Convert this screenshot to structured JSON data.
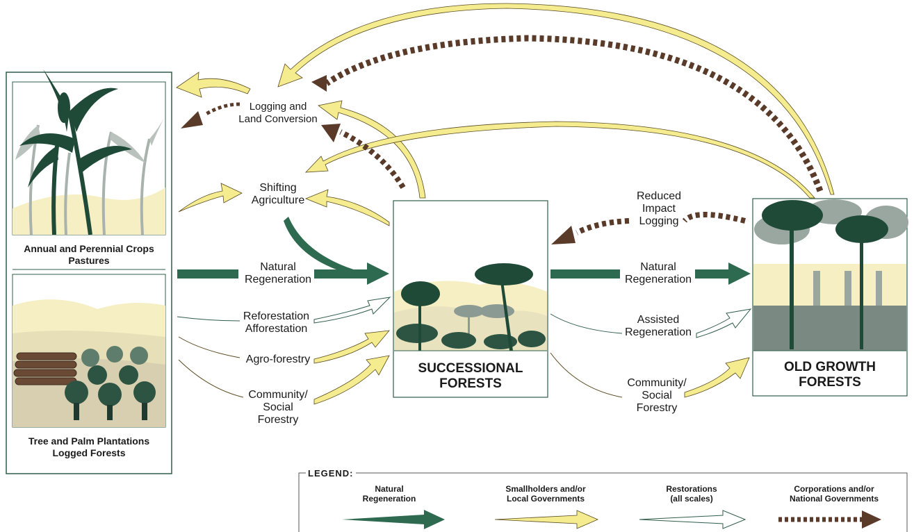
{
  "colors": {
    "natural": "#2d6a4f",
    "smallholder": "#f4ec8f",
    "restoration": "#ffffff",
    "corporate": "#5a3b2a",
    "panel_border": "#2f5d4a",
    "sand": "#f6efc4",
    "dark_tree": "#1f4a37",
    "grey_tree": "#8c9a94"
  },
  "left_panels": {
    "crops_caption": "Annual and Perennial Crops\nPastures",
    "plantations_caption": "Tree and Palm Plantations\nLogged Forests"
  },
  "center_panel": {
    "caption": "SUCCESSIONAL\nFORESTS"
  },
  "right_panel": {
    "caption": "OLD GROWTH\nFORESTS"
  },
  "flows": {
    "logging": "Logging and\nLand Conversion",
    "shifting": "Shifting\nAgriculture",
    "natural_left": "Natural\nRegeneration",
    "reforestation": "Reforestation\nAfforestation",
    "agroforestry": "Agro-forestry",
    "community_left": "Community/\nSocial\nForestry",
    "reduced_impact": "Reduced\nImpact\nLogging",
    "natural_right": "Natural\nRegeneration",
    "assisted": "Assisted\nRegeneration",
    "community_right": "Community/\nSocial\nForestry"
  },
  "legend": {
    "title": "LEGEND:",
    "items": [
      {
        "label": "Natural\nRegeneration",
        "style": "natural"
      },
      {
        "label": "Smallholders and/or\nLocal Governments",
        "style": "smallholder"
      },
      {
        "label": "Restorations\n(all scales)",
        "style": "restoration"
      },
      {
        "label": "Corporations and/or\nNational Governments",
        "style": "corporate"
      }
    ]
  }
}
